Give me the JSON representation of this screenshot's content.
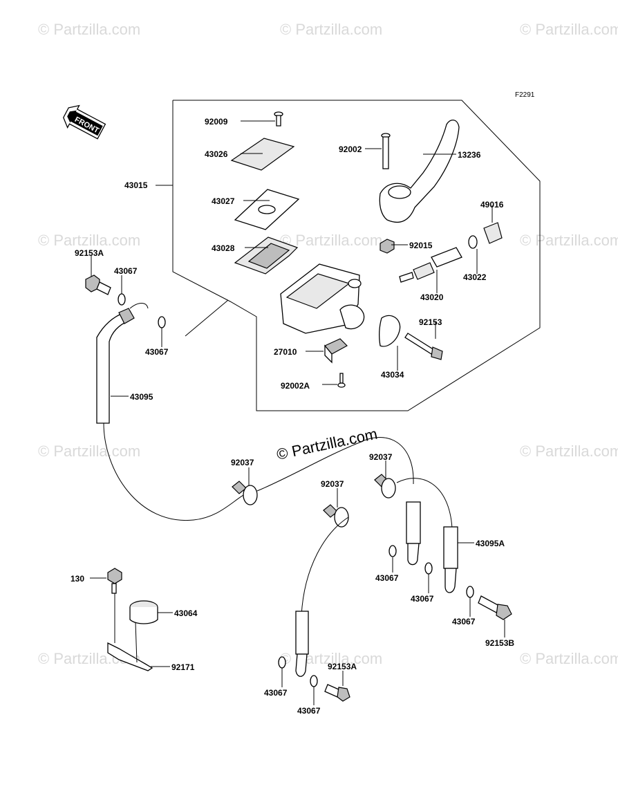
{
  "figure_code": "F2291",
  "front_label": "FRONT",
  "watermark_center": "© Partzilla.com",
  "watermark_tile": "© Partzilla.com",
  "part_labels": [
    "92009",
    "43026",
    "92002",
    "13236",
    "43015",
    "43027",
    "49016",
    "43028",
    "92015",
    "92153A",
    "43067",
    "43022",
    "43020",
    "92153",
    "43067",
    "27010",
    "43034",
    "92002A",
    "43095",
    "92037",
    "92037",
    "92037",
    "43095A",
    "43067",
    "43067",
    "130",
    "43064",
    "43067",
    "92153B",
    "92171",
    "92153A",
    "43067",
    "43067"
  ]
}
